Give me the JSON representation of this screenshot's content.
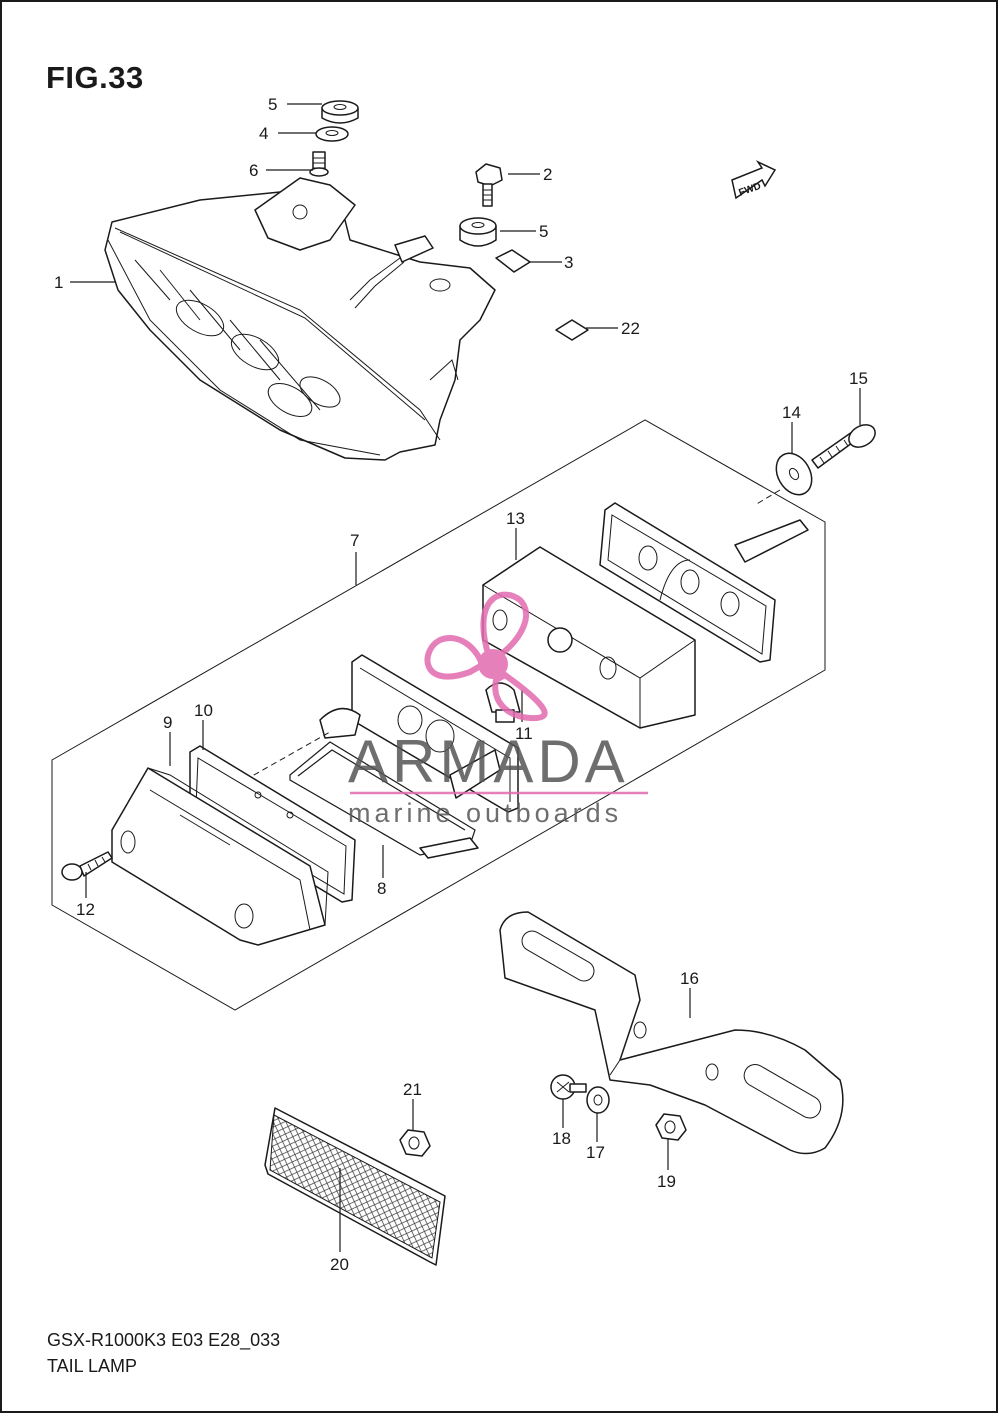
{
  "figure": {
    "title": "FIG.33",
    "model_code": "GSX-R1000K3 E03 E28_033",
    "section_name": "TAIL LAMP",
    "fwd_label": "FWD"
  },
  "watermark": {
    "brand": "ARMADA",
    "tagline": "marine outboards",
    "color": "#e26bb0"
  },
  "callouts": [
    {
      "id": "c1",
      "label": "1"
    },
    {
      "id": "c2",
      "label": "2"
    },
    {
      "id": "c3",
      "label": "3"
    },
    {
      "id": "c4",
      "label": "4"
    },
    {
      "id": "c5a",
      "label": "5"
    },
    {
      "id": "c5b",
      "label": "5"
    },
    {
      "id": "c6",
      "label": "6"
    },
    {
      "id": "c7",
      "label": "7"
    },
    {
      "id": "c8",
      "label": "8"
    },
    {
      "id": "c9",
      "label": "9"
    },
    {
      "id": "c10",
      "label": "10"
    },
    {
      "id": "c11",
      "label": "11"
    },
    {
      "id": "c12",
      "label": "12"
    },
    {
      "id": "c13",
      "label": "13"
    },
    {
      "id": "c14",
      "label": "14"
    },
    {
      "id": "c15",
      "label": "15"
    },
    {
      "id": "c16",
      "label": "16"
    },
    {
      "id": "c17",
      "label": "17"
    },
    {
      "id": "c18",
      "label": "18"
    },
    {
      "id": "c19",
      "label": "19"
    },
    {
      "id": "c20",
      "label": "20"
    },
    {
      "id": "c21",
      "label": "21"
    },
    {
      "id": "c22",
      "label": "22"
    }
  ]
}
